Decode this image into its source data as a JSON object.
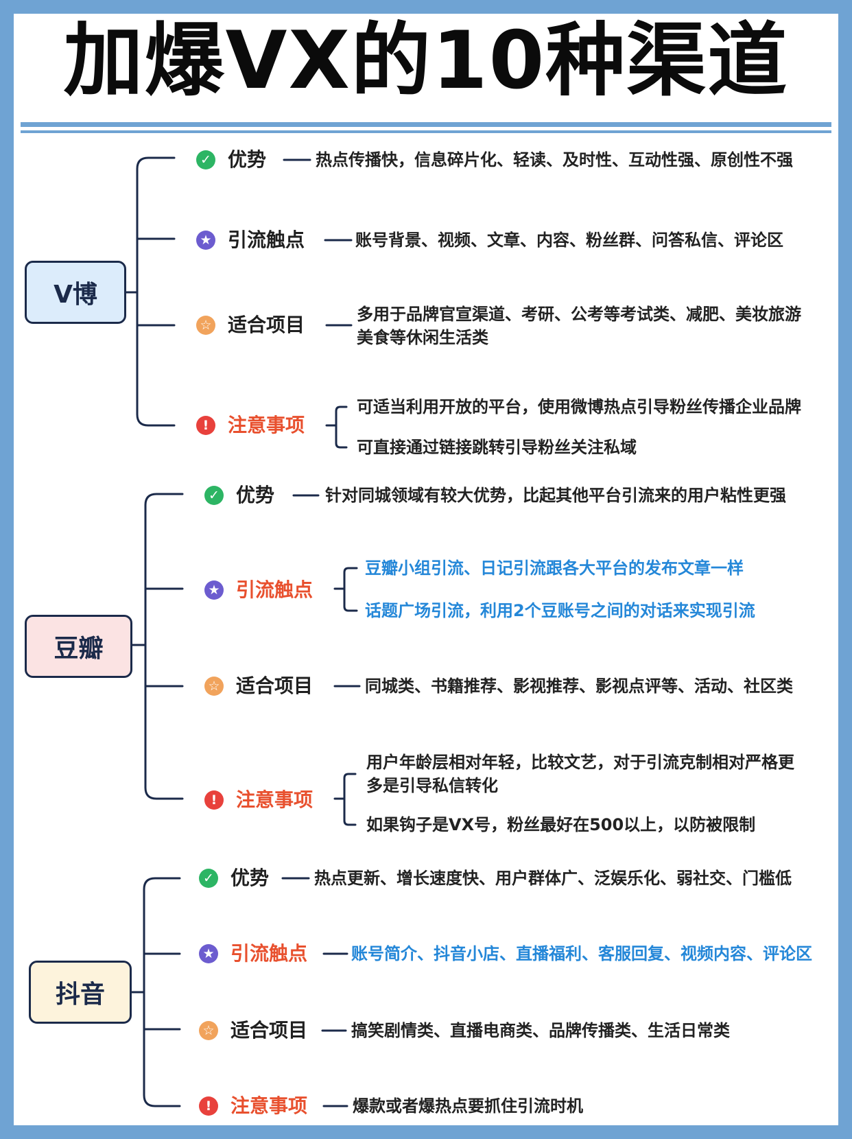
{
  "title": "加爆VX的10种渠道",
  "colors": {
    "frame": "#6fa3d3",
    "line": "#1b2a4a",
    "weibo_box": "#dcecfb",
    "douban_box": "#fbe3e3",
    "douyin_box": "#fdf3dc",
    "check": "#2db564",
    "star": "#6c5ccf",
    "ring": "#f1a35c",
    "warn": "#e8413c",
    "red_label": "#e8502e",
    "blue_text": "#2487d8"
  },
  "icons": {
    "advantage": "check-circle-icon",
    "touchpoint": "star-circle-icon",
    "suitable": "star-ring-icon",
    "notice": "exclamation-circle-icon"
  },
  "weibo": {
    "name": "V博",
    "advantage": {
      "label": "优势",
      "text": "热点传播快，信息碎片化、轻读、及时性、互动性强、原创性不强"
    },
    "touchpoint": {
      "label": "引流触点",
      "text": "账号背景、视频、文章、内容、粉丝群、问答私信、评论区"
    },
    "suitable": {
      "label": "适合项目",
      "line1": "多用于品牌官宣渠道、考研、公考等考试类、减肥、美妆旅游",
      "line2": "美食等休闲生活类"
    },
    "notice": {
      "label": "注意事项",
      "item1": "可适当利用开放的平台，使用微博热点引导粉丝传播企业品牌",
      "item2": "可直接通过链接跳转引导粉丝关注私域"
    }
  },
  "douban": {
    "name": "豆瓣",
    "advantage": {
      "label": "优势",
      "text": "针对同城领域有较大优势，比起其他平台引流来的用户粘性更强"
    },
    "touchpoint": {
      "label": "引流触点",
      "item1": "豆瓣小组引流、日记引流跟各大平台的发布文章一样",
      "item2": "话题广场引流，利用2个豆账号之间的对话来实现引流"
    },
    "suitable": {
      "label": "适合项目",
      "text": "同城类、书籍推荐、影视推荐、影视点评等、活动、社区类"
    },
    "notice": {
      "label": "注意事项",
      "item1_line1": "用户年龄层相对年轻，比较文艺，对于引流克制相对严格更",
      "item1_line2": "多是引导私信转化",
      "item2": "如果钩子是VX号，粉丝最好在500以上，以防被限制"
    }
  },
  "douyin": {
    "name": "抖音",
    "advantage": {
      "label": "优势",
      "text": "热点更新、增长速度快、用户群体广、泛娱乐化、弱社交、门槛低"
    },
    "touchpoint": {
      "label": "引流触点",
      "text": "账号简介、抖音小店、直播福利、客服回复、视频内容、评论区"
    },
    "suitable": {
      "label": "适合项目",
      "text": "搞笑剧情类、直播电商类、品牌传播类、生活日常类"
    },
    "notice": {
      "label": "注意事项",
      "text": "爆款或者爆热点要抓住引流时机"
    }
  }
}
